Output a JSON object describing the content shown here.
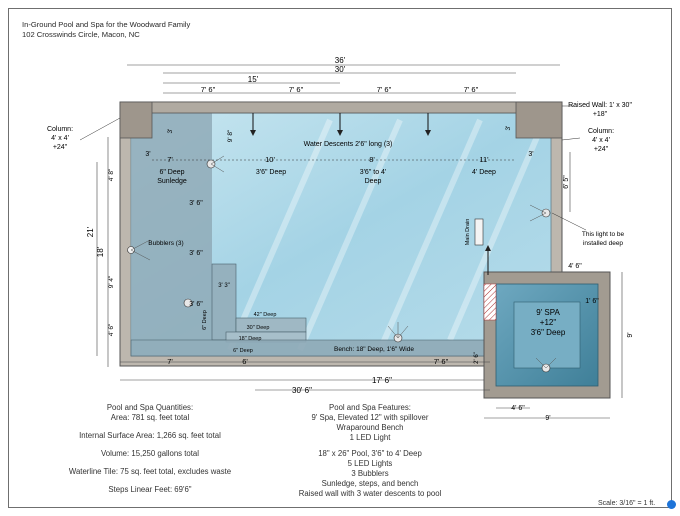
{
  "header": {
    "title": "In-Ground Pool and Spa for the Woodward Family",
    "address": "102 Crosswinds Circle, Macon, NC"
  },
  "dimensions": {
    "top_overall": "36'",
    "top_inner": "30'",
    "top_15": "15'",
    "seg_a": "7' 6\"",
    "seg_b": "7' 6\"",
    "seg_c": "7' 6\"",
    "seg_d": "7' 6\"",
    "left_21": "21'",
    "left_18": "18'",
    "left_3": "3'",
    "left_4_8": "4' 8\"",
    "left_9_4": "9' 4\"",
    "left_4_6": "4' 6\"",
    "right_6_5": "6' 5\"",
    "bottom_7": "7'",
    "bottom_6": "6'",
    "bottom_7_6": "7' 6\"",
    "bottom_30_6": "30' 6\"",
    "bottom_17_6": "17' 6\"",
    "spa_4_6_side": "4' 6\"",
    "spa_1_6": "1' 6\"",
    "spa_9_right": "9'",
    "spa_4_6_bottom": "4' 6\"",
    "spa_9_bottom": "9'",
    "small_2_6": "2' 6\"",
    "step_3_6_a": "3' 6\"",
    "step_3_6_b": "3' 6\"",
    "step_3_6_c": "3' 6\"",
    "step_3_3": "3' 3\"",
    "step_3": "3'",
    "inner_3_left": "3'",
    "inner_3_right": "3'",
    "inner_3_6_a": "3' 6\"",
    "inner_3_6_b": "3' 6\"",
    "top_9_8": "9' 8\""
  },
  "labels": {
    "column_left": [
      "Column:",
      "4' x 4'",
      "+24\""
    ],
    "column_right": [
      "Column:",
      "4' x 4'",
      "+24\""
    ],
    "raised_wall": [
      "Raised Wall: 1' x 30\"",
      "+18\""
    ],
    "water_descents": "Water Descents 2'6\" long (3)",
    "sunledge": [
      "6\" Deep",
      "Sunledge"
    ],
    "depth_10": "10'",
    "depth_8": "8'",
    "depth_11": "11'",
    "depth_7": "7'",
    "deep_a": "3'6\" Deep",
    "deep_b": [
      "3'6\" to 4'",
      "Deep"
    ],
    "deep_c": "4' Deep",
    "bubblers": "Bubblers (3)",
    "main_drain": "Main Drain",
    "light_note": [
      "This light to be",
      "installed deep"
    ],
    "step_42": "42\" Deep",
    "step_30": "30\" Deep",
    "step_18": "18\" Deep",
    "step_6a": "6\" Deep",
    "step_6b": "6\" Deep",
    "bench": "Bench: 18\" Deep, 1'6\" Wide",
    "spa": [
      "9' SPA",
      "+12\"",
      "3'6\" Deep"
    ]
  },
  "quantities": {
    "heading": "Pool and Spa Quantities:",
    "area": "Area: 781 sq. feet total",
    "surface": "Internal Surface Area: 1,266 sq. feet total",
    "volume": "Volume: 15,250 gallons total",
    "tile": "Waterline Tile: 75 sq. feet total, excludes waste",
    "steps": "Steps Linear Feet: 69'6\""
  },
  "features": {
    "heading": "Pool and Spa Features:",
    "l1": "9' Spa, Elevated 12\" with spillover",
    "l2": "Wraparound Bench",
    "l3": "1 LED Light",
    "l4": "18\" x 26\" Pool, 3'6\" to 4' Deep",
    "l5": "5 LED Lights",
    "l6": "3 Bubblers",
    "l7": "Sunledge, steps, and bench",
    "l8": "Raised wall with 3 water descents to pool"
  },
  "scale": "Scale: 3/16\" = 1 ft.",
  "colors": {
    "water": "#a9d6e6",
    "sunledge": "#8aa8b6",
    "coping": "#b9b4ac",
    "column": "#9e968c",
    "spa_water": "#4f8fa8",
    "spa_dot": "#1e74d8"
  }
}
